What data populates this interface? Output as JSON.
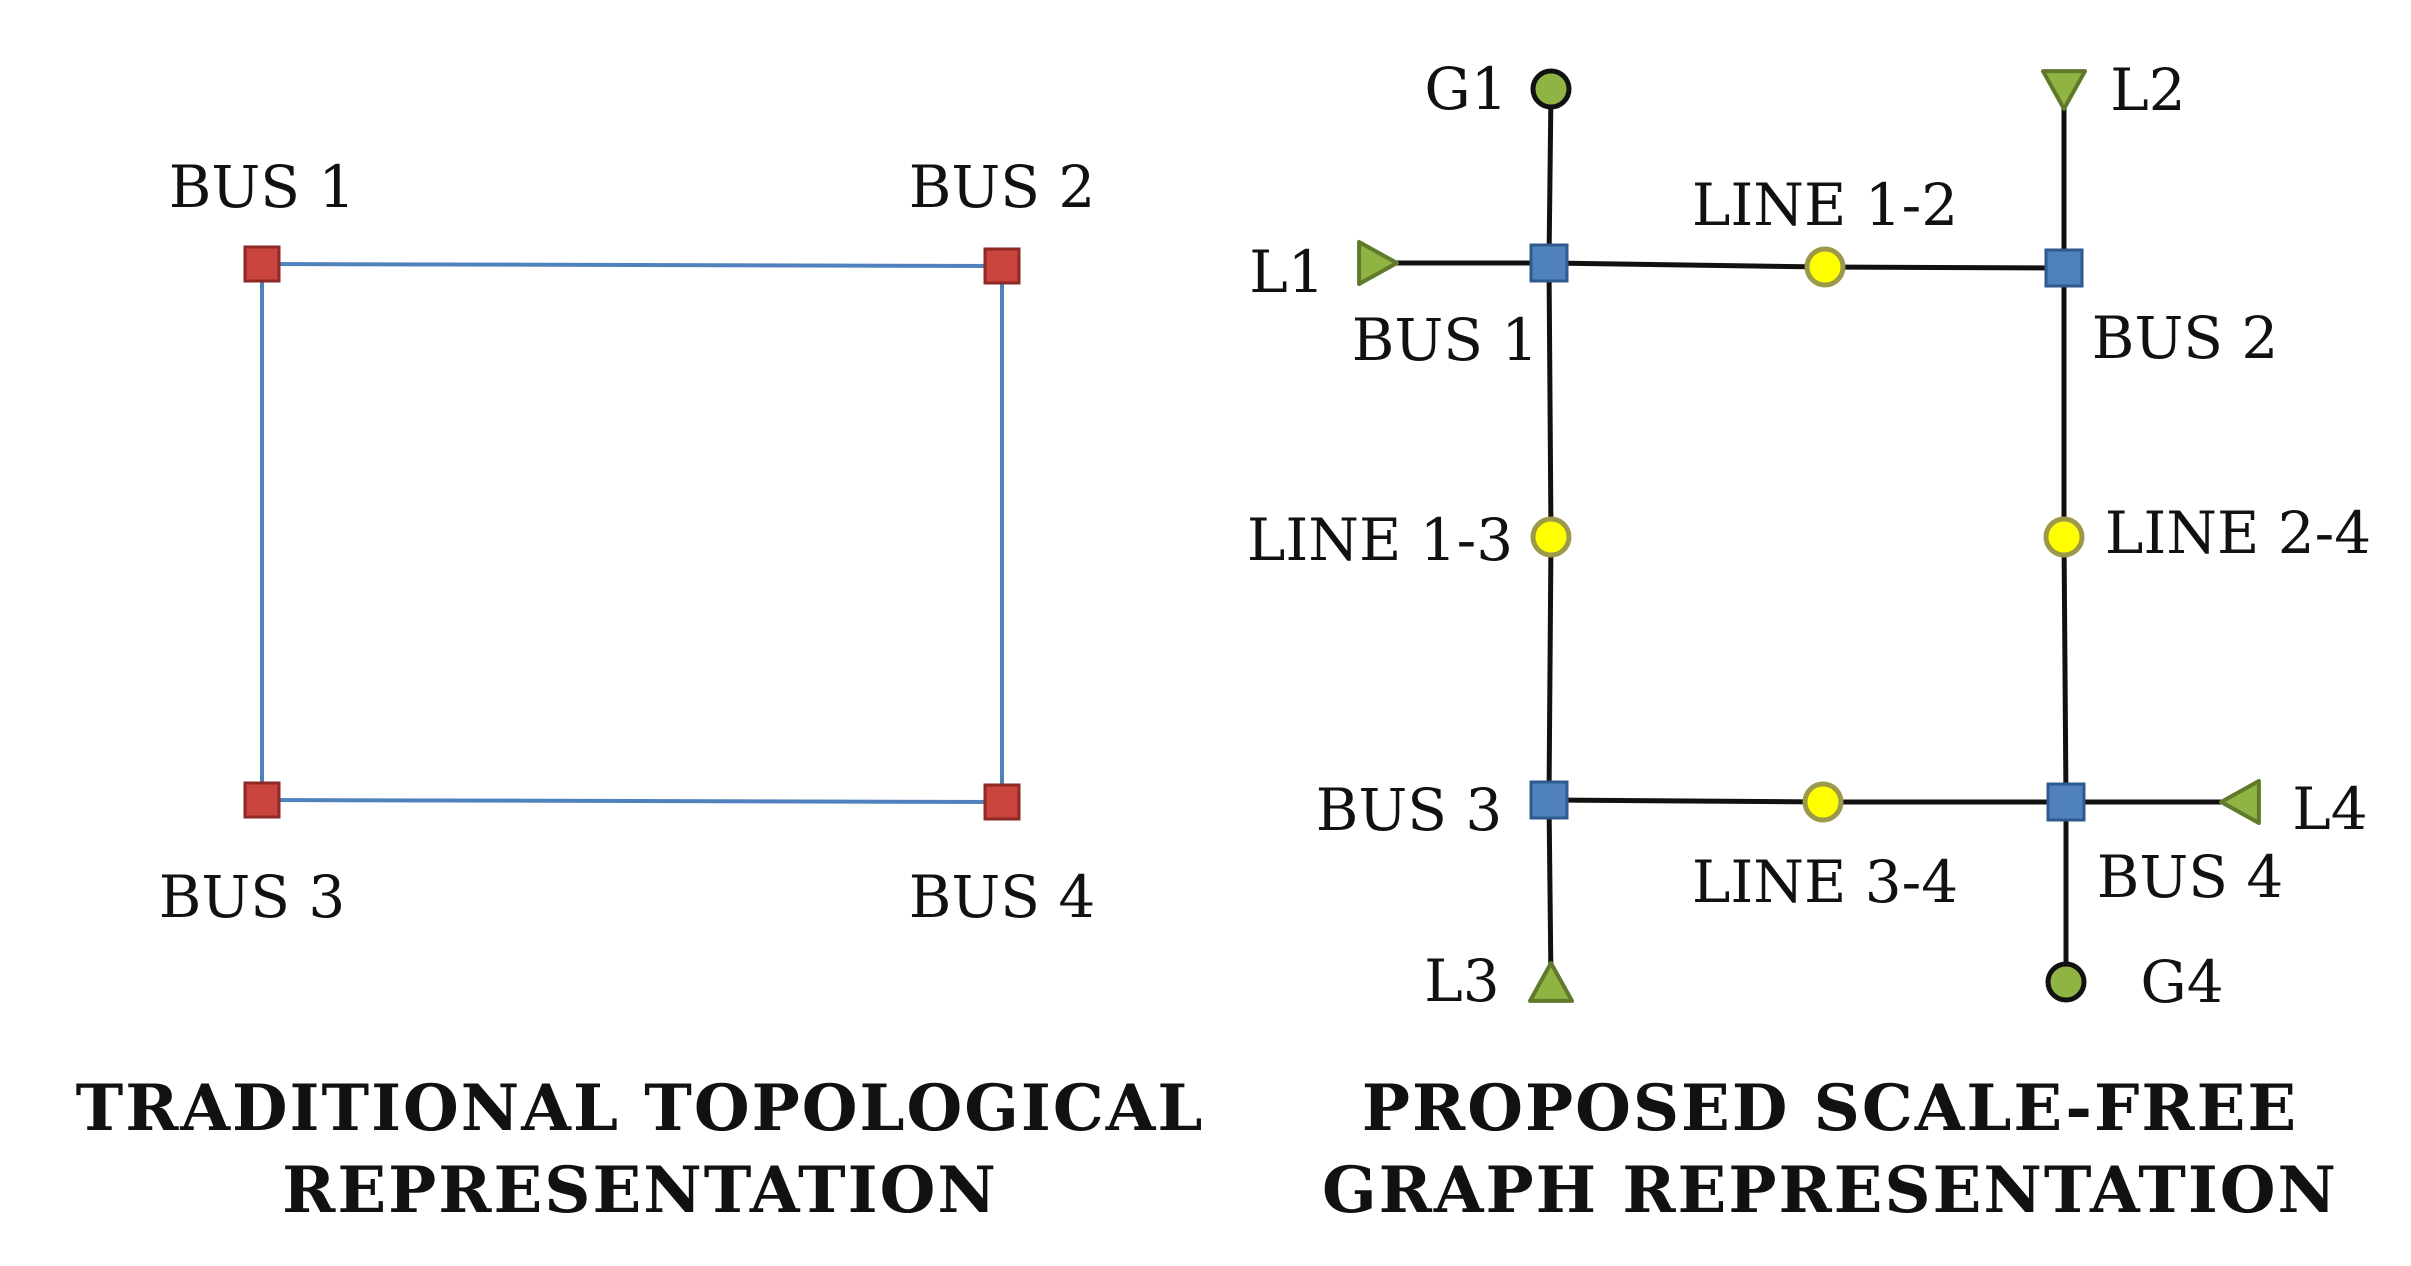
{
  "colors": {
    "trad_bus_fill": "#c9443c",
    "trad_bus_stroke": "#8e2a26",
    "trad_line": "#4f81bd",
    "sf_bus_fill": "#4f81bd",
    "sf_bus_stroke": "#2f5a8f",
    "sf_line_node_fill": "#ffff00",
    "sf_line_node_stroke": "#9c9a4a",
    "gen_fill": "#8fb444",
    "gen_stroke": "#111111",
    "load_fill": "#8fb444",
    "load_stroke": "#5f7a2a",
    "edge": "#111111",
    "text": "#111111"
  },
  "traditional": {
    "buses": [
      {
        "id": "b1",
        "label": "BUS 1"
      },
      {
        "id": "b2",
        "label": "BUS 2"
      },
      {
        "id": "b3",
        "label": "BUS 3"
      },
      {
        "id": "b4",
        "label": "BUS 4"
      }
    ],
    "edges": [
      [
        "b1",
        "b2"
      ],
      [
        "b1",
        "b3"
      ],
      [
        "b2",
        "b4"
      ],
      [
        "b3",
        "b4"
      ]
    ],
    "caption": [
      "TRADITIONAL TOPOLOGICAL",
      "REPRESENTATION"
    ]
  },
  "scale_free": {
    "buses": [
      {
        "id": "b1",
        "label": "BUS 1"
      },
      {
        "id": "b2",
        "label": "BUS 2"
      },
      {
        "id": "b3",
        "label": "BUS 3"
      },
      {
        "id": "b4",
        "label": "BUS 4"
      }
    ],
    "line_nodes": [
      {
        "id": "l12",
        "label": "LINE 1-2"
      },
      {
        "id": "l13",
        "label": "LINE 1-3"
      },
      {
        "id": "l24",
        "label": "LINE 2-4"
      },
      {
        "id": "l34",
        "label": "LINE 3-4"
      }
    ],
    "generators": [
      {
        "id": "g1",
        "label": "G1"
      },
      {
        "id": "g4",
        "label": "G4"
      }
    ],
    "loads": [
      {
        "id": "ld1",
        "label": "L1",
        "direction": "right"
      },
      {
        "id": "ld2",
        "label": "L2",
        "direction": "down"
      },
      {
        "id": "ld3",
        "label": "L3",
        "direction": "up"
      },
      {
        "id": "ld4",
        "label": "L4",
        "direction": "left"
      }
    ],
    "edges": [
      [
        "g1",
        "b1"
      ],
      [
        "ld1",
        "b1"
      ],
      [
        "b1",
        "l12"
      ],
      [
        "l12",
        "b2"
      ],
      [
        "ld2",
        "b2"
      ],
      [
        "b1",
        "l13"
      ],
      [
        "l13",
        "b3"
      ],
      [
        "b2",
        "l24"
      ],
      [
        "l24",
        "b4"
      ],
      [
        "b3",
        "l34"
      ],
      [
        "l34",
        "b4"
      ],
      [
        "b3",
        "ld3"
      ],
      [
        "b4",
        "ld4"
      ],
      [
        "b4",
        "g4"
      ]
    ],
    "caption": [
      "PROPOSED SCALE-FREE",
      "GRAPH REPRESENTATION"
    ]
  }
}
